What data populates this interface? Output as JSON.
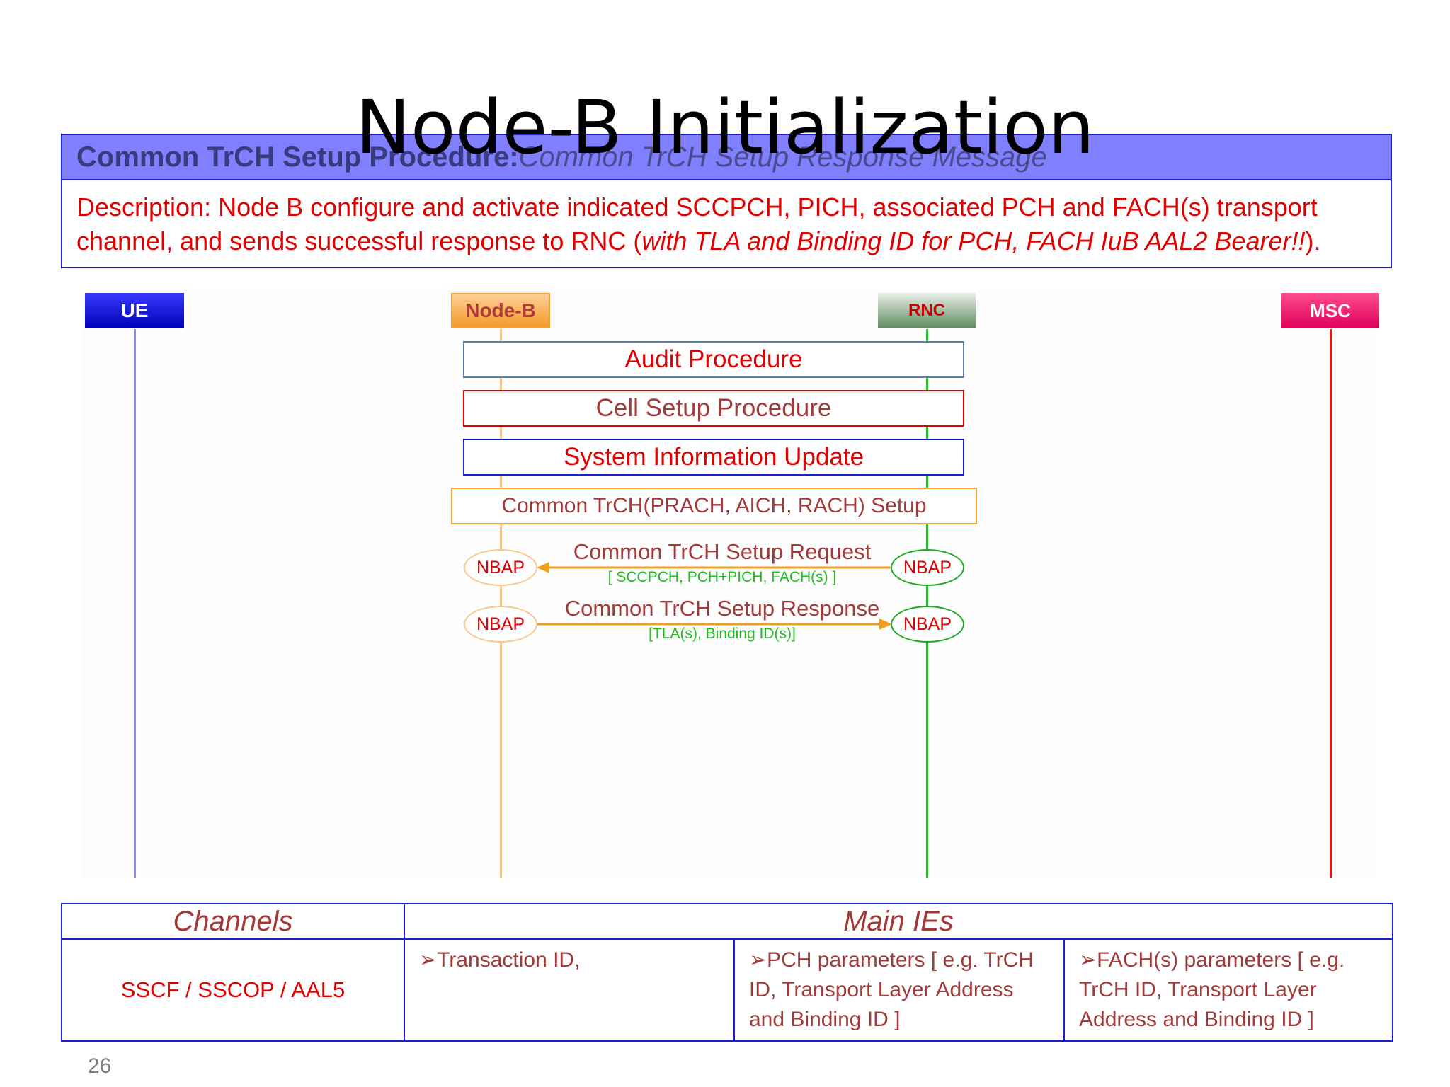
{
  "title": "Node-B Initialization",
  "procedure": {
    "name": "Common TrCH Setup Procedure",
    "separator": ":",
    "message": " Common TrCH Setup Response Message"
  },
  "description": {
    "text": "Description: Node B configure and activate indicated SCCPCH, PICH, associated PCH and FACH(s) transport channel, and sends successful response to RNC (",
    "italic": "with TLA and Binding ID for PCH, FACH IuB AAL2 Bearer!!",
    "end": ")."
  },
  "entities": [
    {
      "name": "UE",
      "color": "#0000cc"
    },
    {
      "name": "Node-B",
      "color": "#f5a033"
    },
    {
      "name": "RNC",
      "color": "#6e8f6e"
    },
    {
      "name": "MSC",
      "color": "#ff0066"
    }
  ],
  "procedures": [
    {
      "label": "Audit Procedure",
      "border": "#5a7fa8",
      "text_color": "#e00000"
    },
    {
      "label": "Cell Setup Procedure",
      "border": "#e00000",
      "text_color": "#a33a3a"
    },
    {
      "label": "System Information Update",
      "border": "#1f1fcc",
      "text_color": "#e00000"
    },
    {
      "label": "Common TrCH(PRACH, AICH, RACH) Setup",
      "border": "#f5a033",
      "text_color": "#a33a3a"
    }
  ],
  "messages": [
    {
      "label": "Common TrCH Setup Request",
      "params": "[ SCCPCH, PCH+PICH, FACH(s) ]",
      "from": "NBAP",
      "to": "NBAP",
      "direction": "rnc-to-nodeb"
    },
    {
      "label": "Common TrCH Setup Response",
      "params": "[TLA(s), Binding ID(s)]",
      "from": "NBAP",
      "to": "NBAP",
      "direction": "nodeb-to-rnc"
    }
  ],
  "table": {
    "headers": [
      "Channels",
      "Main IEs"
    ],
    "channel": "SSCF / SSCOP / AAL5",
    "ies": [
      "➢Transaction ID,",
      "➢PCH parameters [ e.g. TrCH ID, Transport Layer Address and Binding ID ]",
      "➢FACH(s) parameters [ e.g. TrCH ID, Transport Layer Address and Binding ID ]"
    ]
  },
  "page_number": "26"
}
